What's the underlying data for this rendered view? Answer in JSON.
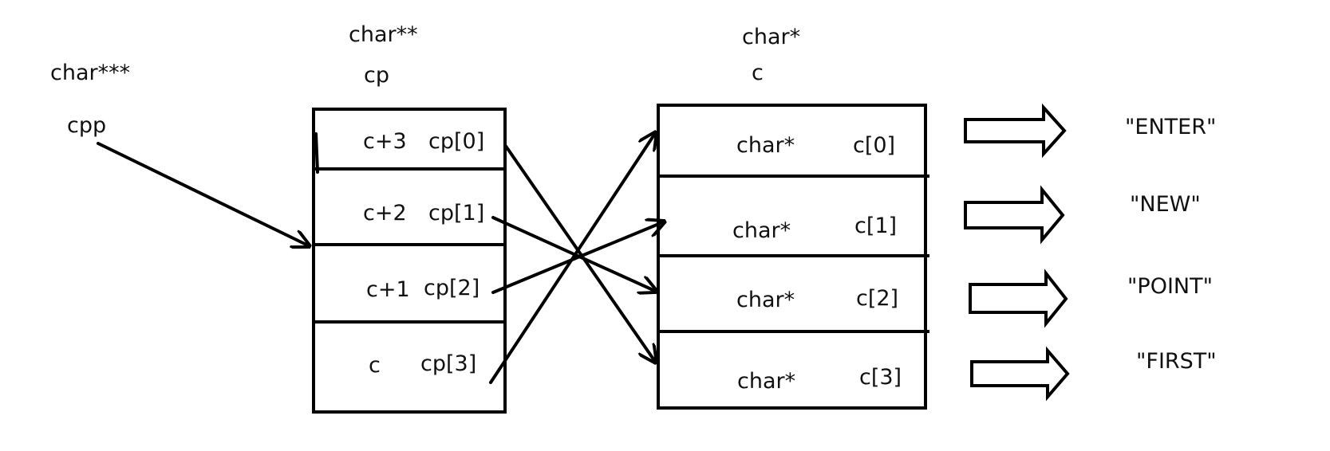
{
  "cpp": {
    "type": "char***",
    "name": "cpp"
  },
  "cp": {
    "type": "char**",
    "name": "cp",
    "cells": [
      {
        "value": "c+3",
        "label": "cp[0]"
      },
      {
        "value": "c+2",
        "label": "cp[1]"
      },
      {
        "value": "c+1",
        "label": "cp[2]"
      },
      {
        "value": "c",
        "label": "cp[3]"
      }
    ]
  },
  "c": {
    "type": "char*",
    "name": "c",
    "cells": [
      {
        "type": "char*",
        "label": "c[0]"
      },
      {
        "type": "char*",
        "label": "c[1]"
      },
      {
        "type": "char*",
        "label": "c[2]"
      },
      {
        "type": "char*",
        "label": "c[3]"
      }
    ]
  },
  "strings": [
    "\"ENTER\"",
    "\"NEW\"",
    "\"POINT\"",
    "\"FIRST\""
  ],
  "colors": {
    "ink": "#000000"
  }
}
